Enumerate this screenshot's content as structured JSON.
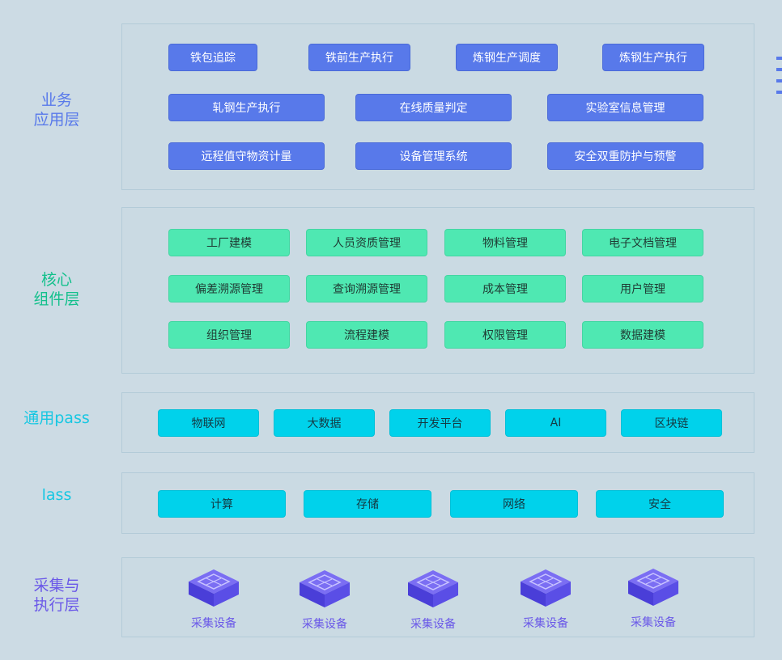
{
  "layers": [
    {
      "label": [
        "业务",
        "应用层"
      ],
      "color": "#5879ea"
    },
    {
      "label": [
        "核心",
        "组件层"
      ],
      "color": "#13c08c"
    },
    {
      "label": [
        "通用pass"
      ],
      "color": "#17c7e2"
    },
    {
      "label": [
        "lass"
      ],
      "color": "#17c7e2"
    },
    {
      "label": [
        "采集与",
        "执行层"
      ],
      "color": "#6a58e8"
    }
  ],
  "business": [
    "铁包追踪",
    "铁前生产执行",
    "炼钢生产调度",
    "炼钢生产执行",
    "轧钢生产执行",
    "在线质量判定",
    "实验室信息管理",
    "远程值守物资计量",
    "设备管理系统",
    "安全双重防护与预警"
  ],
  "core": [
    "工厂建模",
    "人员资质管理",
    "物料管理",
    "电子文档管理",
    "偏差溯源管理",
    "查询溯源管理",
    "成本管理",
    "用户管理",
    "组织管理",
    "流程建模",
    "权限管理",
    "数据建模"
  ],
  "pass": [
    "物联网",
    "大数据",
    "开发平台",
    "AI",
    "区块链"
  ],
  "iass": [
    "计算",
    "存储",
    "网络",
    "安全"
  ],
  "devices": [
    "采集设备",
    "采集设备",
    "采集设备",
    "采集设备",
    "采集设备"
  ],
  "colors": {
    "device_top": "#7b6ef3",
    "device_side": "#4a3ed8",
    "device_front": "#5a4ee6"
  }
}
